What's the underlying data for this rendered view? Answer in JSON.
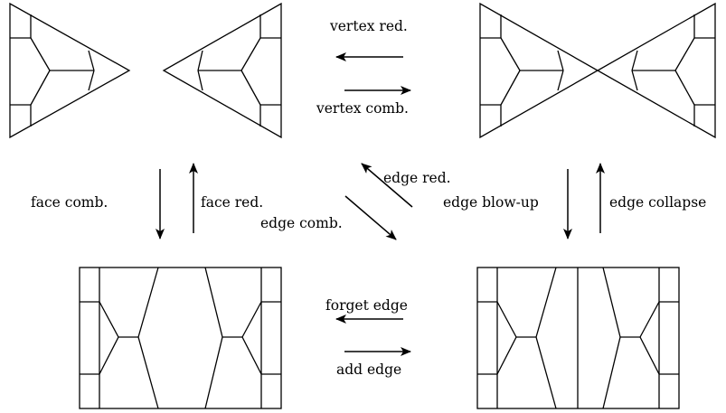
{
  "labels": {
    "vertex_reduction": "vertex red.",
    "vertex_combination": "vertex comb.",
    "face_combination": "face comb.",
    "face_reduction": "face red.",
    "edge_reduction": "edge red.",
    "edge_combination": "edge comb.",
    "edge_blow_up": "edge blow-up",
    "edge_collapse": "edge collapse",
    "forget_edge": "forget edge",
    "add_edge": "add edge"
  }
}
